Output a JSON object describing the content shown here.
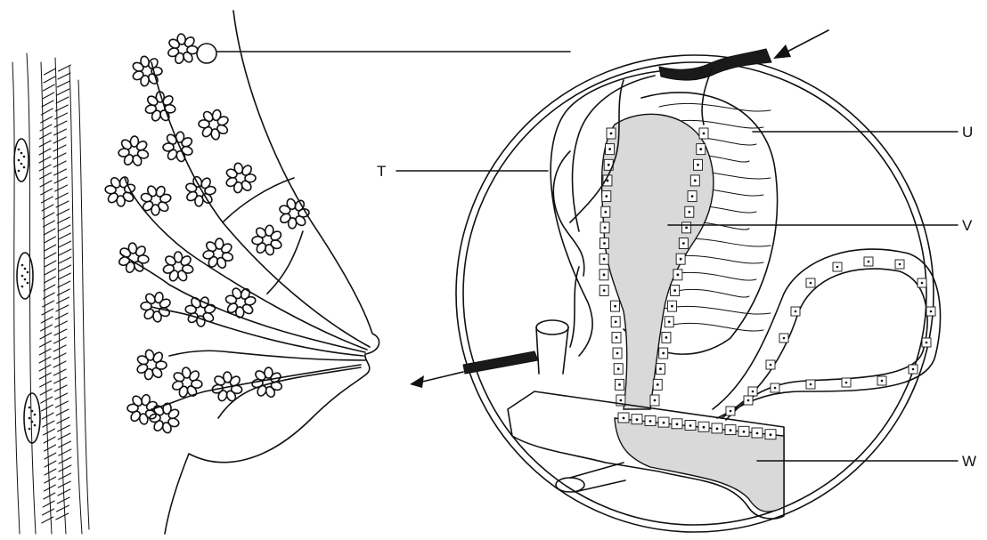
{
  "labels": {
    "t": "T",
    "u": "U",
    "v": "V",
    "w": "W"
  },
  "colors": {
    "ink": "#111111",
    "background": "#ffffff",
    "stipple": "#d9d9d9"
  }
}
